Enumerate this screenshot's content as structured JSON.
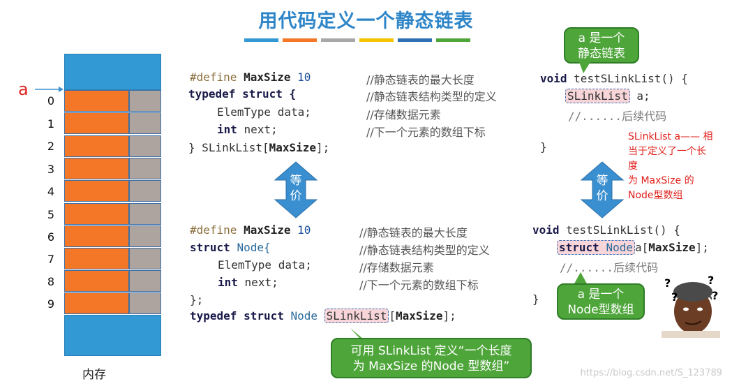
{
  "title": "用代码定义一个静态链表",
  "accent_bars": [
    "#3399d5",
    "#f47728",
    "#a8a8a8",
    "#f5c400",
    "#2f6fb3",
    "#4ea53a"
  ],
  "memory": {
    "pointer_label": "a",
    "indices": [
      "0",
      "1",
      "2",
      "3",
      "4",
      "5",
      "6",
      "7",
      "8",
      "9"
    ],
    "caption": "内存"
  },
  "code_top": {
    "l1_define": "#define",
    "l1_name": "MaxSize",
    "l1_value": "10",
    "l2": "typedef struct {",
    "l3": "ElemType data;",
    "l4_kw": "int",
    "l4_rest": "next;",
    "l5_a": "} SLinkList[",
    "l5_b": "MaxSize",
    "l5_c": "];",
    "comments": [
      "//静态链表的最大长度",
      "//静态链表结构类型的定义",
      "//存储数据元素",
      "//下一个元素的数组下标"
    ]
  },
  "code_bottom": {
    "l1_define": "#define",
    "l1_name": "MaxSize",
    "l1_value": "10",
    "l2_kw": "struct",
    "l2_type": "Node{",
    "l3": "ElemType data;",
    "l4_kw": "int",
    "l4_rest": "next;",
    "l5": "};",
    "l6_kw": "typedef struct",
    "l6_type": "Node",
    "l6_hl": "SLinkList",
    "l6_b": "[",
    "l6_c": "MaxSize",
    "l6_d": "];",
    "comments": [
      "//静态链表的最大长度",
      "//静态链表结构类型的定义",
      "//存储数据元素",
      "//下一个元素的数组下标"
    ]
  },
  "code_right_top": {
    "l1_kw": "void",
    "l1_rest": "testSLinkList() {",
    "l2_hl": "SLinkList",
    "l2_rest": "a;",
    "l3": "//......后续代码",
    "l4": "}"
  },
  "code_right_bottom": {
    "l1_kw": "void",
    "l1_rest": "testSLinkList() {",
    "l2_hl_kw": "struct",
    "l2_hl_type": "Node",
    "l2_a": "a[",
    "l2_b": "MaxSize",
    "l2_c": "];",
    "l3": "//......后续代码",
    "l4": "}"
  },
  "equiv_arrow_label": [
    "等",
    "价"
  ],
  "bubbles": {
    "static_list": [
      "a 是一个",
      "静态链表"
    ],
    "node_array": [
      "a 是一个",
      "Node型数组"
    ],
    "usage": [
      "可用 SLinkList 定义“一个长度",
      "为 MaxSize 的Node 型数组”"
    ]
  },
  "red_note": [
    "SLinkList a—— 相",
    "当于定义了一个长",
    "度",
    " 为 MaxSize 的",
    "Node型数组"
  ],
  "avatar_marks": [
    "?",
    "?",
    "?",
    "?"
  ],
  "watermark": "https://blog.csdn.net/S_123789",
  "colors": {
    "bubble": "#4ea53a",
    "arrow": "#3a8fd0",
    "highlight": "#f7d5d8",
    "orange": "#f47728",
    "blue": "#3399d5"
  }
}
